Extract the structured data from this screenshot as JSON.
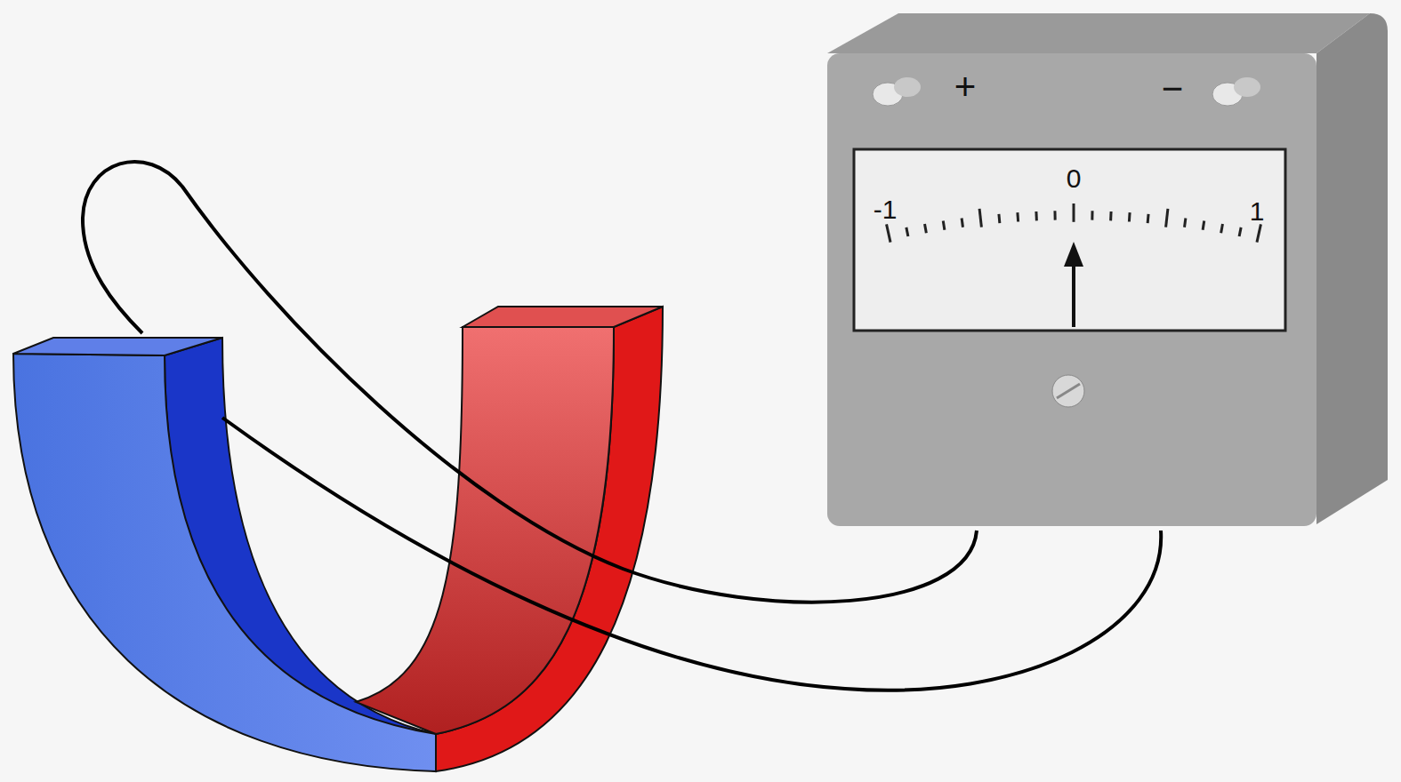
{
  "diagram": {
    "labels": [
      "+",
      "−",
      "-1",
      "0",
      "1"
    ]
  }
}
